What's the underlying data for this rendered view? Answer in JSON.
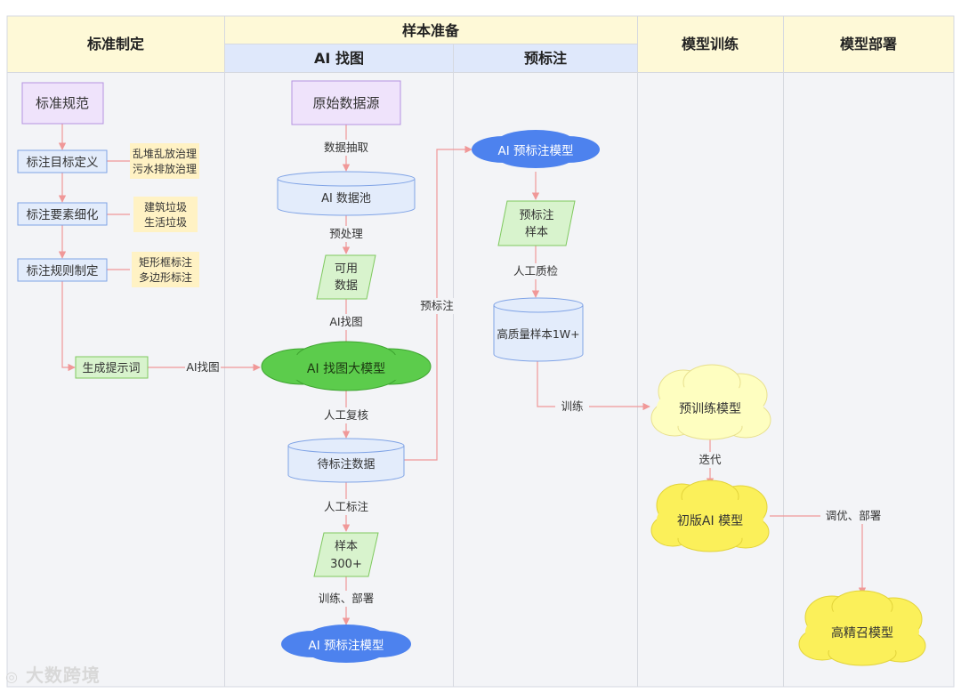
{
  "lanes": {
    "standard": "标准制定",
    "sample_prep": "样本准备",
    "ai_find": "AI 找图",
    "pre_label": "预标注",
    "training": "模型训练",
    "deploy": "模型部署"
  },
  "nodes": {
    "standard_spec": "标准规范",
    "target_def": "标注目标定义",
    "target_1": "乱堆乱放治理",
    "target_2": "污水排放治理",
    "element_refine": "标注要素细化",
    "element_1": "建筑垃圾",
    "element_2": "生活垃圾",
    "rule_make": "标注规则制定",
    "rule_1": "矩形框标注",
    "rule_2": "多边形标注",
    "prompt_gen": "生成提示词",
    "raw_source": "原始数据源",
    "ai_pool": "AI 数据池",
    "usable_1": "可用",
    "usable_2": "数据",
    "find_model": "AI 找图大模型",
    "to_label_data": "待标注数据",
    "sample300_1": "样本",
    "sample300_2": "300+",
    "pre_model_bottom": "AI 预标注模型",
    "pre_model_top": "AI 预标注模型",
    "pre_sample_1": "预标注",
    "pre_sample_2": "样本",
    "hq_sample": "高质量样本1W+",
    "pretrain_model": "预训练模型",
    "first_model": "初版AI 模型",
    "high_recall": "高精召模型"
  },
  "edges": {
    "extract": "数据抽取",
    "preprocess": "预处理",
    "ai_find": "AI找图",
    "prompt_to_model": "AI找图",
    "manual_review": "人工复核",
    "manual_label": "人工标注",
    "train_deploy": "训练、部署",
    "pre_label": "预标注",
    "manual_qc": "人工质检",
    "train": "训练",
    "iterate": "迭代",
    "tune_deploy": "调优、部署"
  },
  "watermark": "大数跨境",
  "colors": {
    "header_bg": "#fef9d7",
    "subheader_bg": "#dfe8fb",
    "lane_bg": "#f3f4f7",
    "grid": "#d6d9e0",
    "edge": "#f09898",
    "blue_box": "#e3ecfb",
    "blue_border": "#7fa3e6",
    "purple_box": "#efe3fb",
    "purple_border": "#b493e0",
    "green_box": "#d8f3cd",
    "green_border": "#7fc95f",
    "green_cloud": "#5ccc4c",
    "blue_cloud": "#4d82ee",
    "yellow_light": "#fefec0",
    "yellow": "#fbf05a",
    "note_bg": "#fff2c4"
  }
}
